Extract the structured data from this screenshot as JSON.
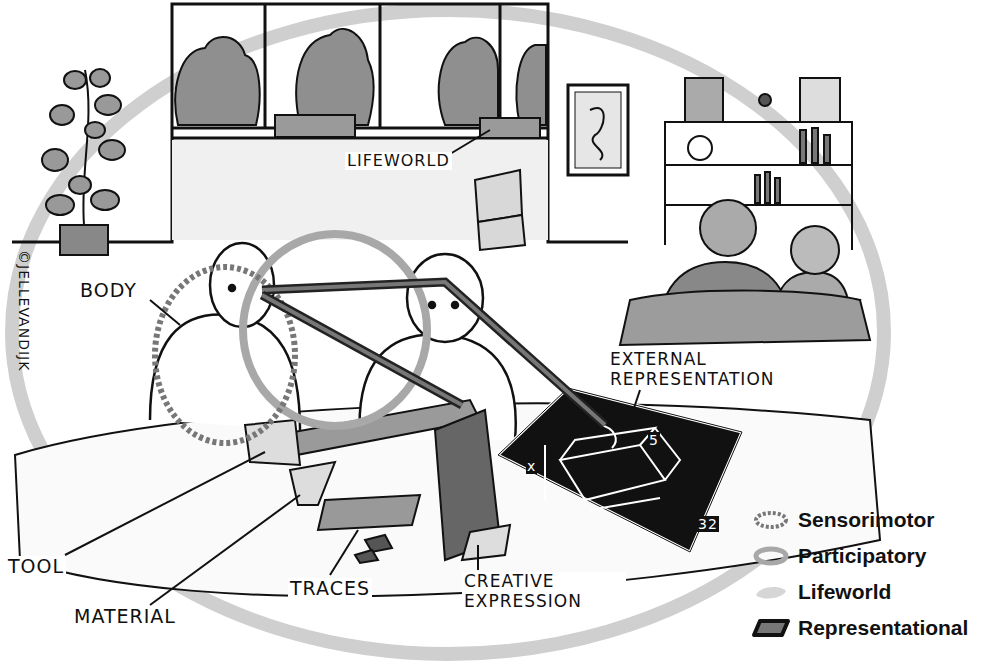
{
  "diagram": {
    "labels": [
      "LIFEWORLD",
      "BODY",
      "EXTERNAL REPRESENTATION",
      "TOOL",
      "MATERIAL",
      "TRACES",
      "CREATIVE EXPRESSION",
      "©JELLEVANDIJK",
      "5",
      "x",
      "32"
    ],
    "legend": [
      {
        "text": "Sensorimotor"
      },
      {
        "text": "Participatory"
      },
      {
        "text": "Lifeworld"
      },
      {
        "text": "Representational"
      }
    ]
  }
}
